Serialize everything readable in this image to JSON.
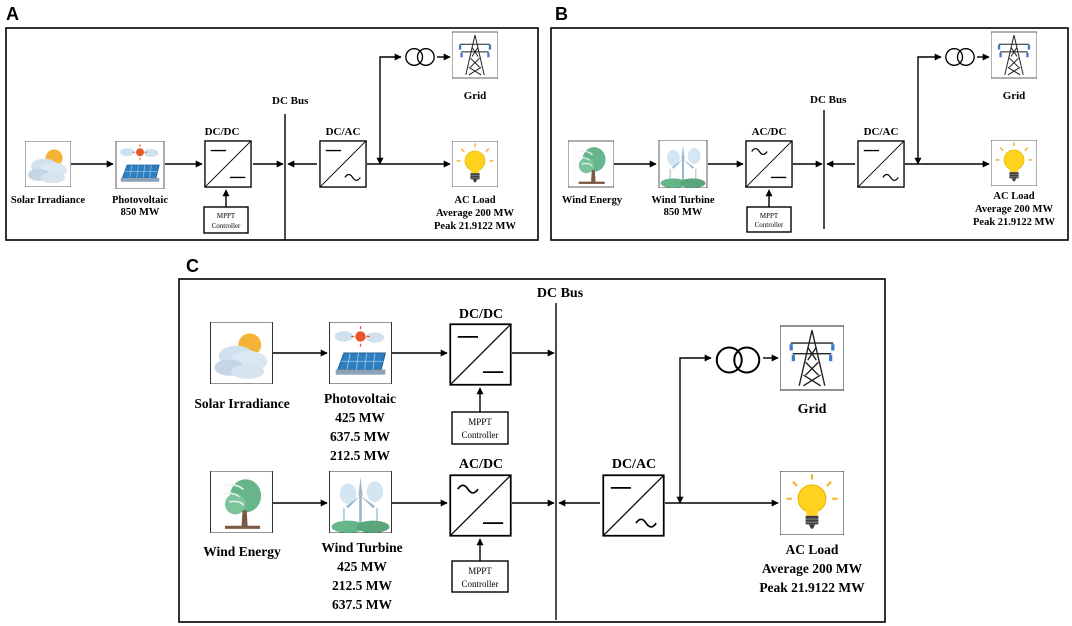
{
  "panels": {
    "A": {
      "letter": "A",
      "dc_bus": "DC Bus",
      "source_label": "Solar Irradiance",
      "gen_label": "Photovoltaic",
      "gen_values": [
        "850 MW"
      ],
      "conv1": "DC/DC",
      "mppt": [
        "MPPT",
        "Controller"
      ],
      "conv2": "DC/AC",
      "grid": "Grid",
      "load_lines": [
        "AC Load",
        "Average 200 MW",
        "Peak 21.9122 MW"
      ]
    },
    "B": {
      "letter": "B",
      "dc_bus": "DC Bus",
      "source_label": "Wind Energy",
      "gen_label": "Wind Turbine",
      "gen_values": [
        "850 MW"
      ],
      "conv1": "AC/DC",
      "mppt": [
        "MPPT",
        "Controller"
      ],
      "conv2": "DC/AC",
      "grid": "Grid",
      "load_lines": [
        "AC Load",
        "Average 200 MW",
        "Peak 21.9122 MW"
      ]
    },
    "C": {
      "letter": "C",
      "dc_bus": "DC Bus",
      "solar_source": "Solar Irradiance",
      "pv_label": "Photovoltaic",
      "pv_values": [
        "425 MW",
        "637.5 MW",
        "212.5 MW"
      ],
      "dcdc": "DC/DC",
      "wind_source": "Wind Energy",
      "wt_label": "Wind Turbine",
      "wt_values": [
        "425 MW",
        "212.5 MW",
        "637.5 MW"
      ],
      "acdc": "AC/DC",
      "mppt": [
        "MPPT",
        "Controller"
      ],
      "dcac": "DC/AC",
      "grid": "Grid",
      "load_lines": [
        "AC Load",
        "Average 200 MW",
        "Peak 21.9122 MW"
      ]
    }
  },
  "icons": {
    "sun": "sun-cloud-icon",
    "pv": "solar-panel-icon",
    "wind": "tree-wind-icon",
    "turbine": "wind-turbine-icon",
    "pylon": "transmission-tower-icon",
    "bulb": "light-bulb-icon",
    "transformer": "transformer-icon"
  },
  "colors": {
    "sun": "#f5b335",
    "cloud": "#cfe0ee",
    "panel": "#2f7ec0",
    "tree": "#67b58a",
    "trunk": "#7a5a44",
    "bulb": "#ffd21f",
    "insulator": "#3a7cc7"
  }
}
